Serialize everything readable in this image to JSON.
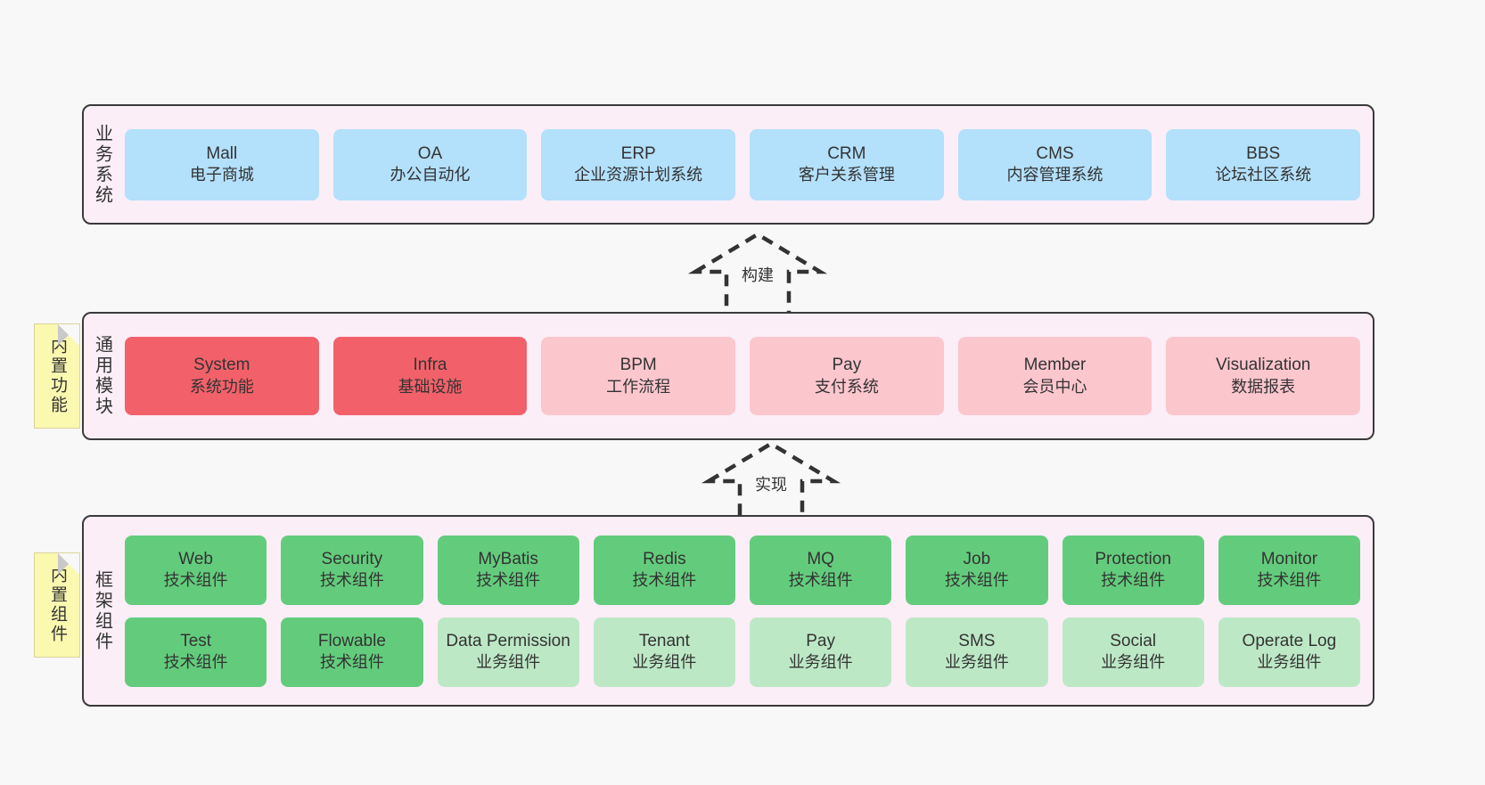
{
  "layers": [
    {
      "key": "business",
      "title": "业务系统",
      "card_color": "#b3e0fb",
      "rows": [
        [
          {
            "en": "Mall",
            "cn": "电子商城",
            "color": "blue"
          },
          {
            "en": "OA",
            "cn": "办公自动化",
            "color": "blue"
          },
          {
            "en": "ERP",
            "cn": "企业资源计划系统",
            "color": "blue"
          },
          {
            "en": "CRM",
            "cn": "客户关系管理",
            "color": "blue"
          },
          {
            "en": "CMS",
            "cn": "内容管理系统",
            "color": "blue"
          },
          {
            "en": "BBS",
            "cn": "论坛社区系统",
            "color": "blue"
          }
        ]
      ]
    },
    {
      "key": "modules",
      "title": "通用模块",
      "note": "内置功能",
      "rows": [
        [
          {
            "en": "System",
            "cn": "系统功能",
            "color": "red"
          },
          {
            "en": "Infra",
            "cn": "基础设施",
            "color": "red"
          },
          {
            "en": "BPM",
            "cn": "工作流程",
            "color": "pink"
          },
          {
            "en": "Pay",
            "cn": "支付系统",
            "color": "pink"
          },
          {
            "en": "Member",
            "cn": "会员中心",
            "color": "pink"
          },
          {
            "en": "Visualization",
            "cn": "数据报表",
            "color": "pink"
          }
        ]
      ]
    },
    {
      "key": "framework",
      "title": "框架组件",
      "note": "内置组件",
      "rows": [
        [
          {
            "en": "Web",
            "cn": "技术组件",
            "color": "green"
          },
          {
            "en": "Security",
            "cn": "技术组件",
            "color": "green"
          },
          {
            "en": "MyBatis",
            "cn": "技术组件",
            "color": "green"
          },
          {
            "en": "Redis",
            "cn": "技术组件",
            "color": "green"
          },
          {
            "en": "MQ",
            "cn": "技术组件",
            "color": "green"
          },
          {
            "en": "Job",
            "cn": "技术组件",
            "color": "green"
          },
          {
            "en": "Protection",
            "cn": "技术组件",
            "color": "green"
          },
          {
            "en": "Monitor",
            "cn": "技术组件",
            "color": "green"
          }
        ],
        [
          {
            "en": "Test",
            "cn": "技术组件",
            "color": "green"
          },
          {
            "en": "Flowable",
            "cn": "技术组件",
            "color": "green"
          },
          {
            "en": "Data Permission",
            "cn": "业务组件",
            "color": "lightgreen"
          },
          {
            "en": "Tenant",
            "cn": "业务组件",
            "color": "lightgreen"
          },
          {
            "en": "Pay",
            "cn": "业务组件",
            "color": "lightgreen"
          },
          {
            "en": "SMS",
            "cn": "业务组件",
            "color": "lightgreen"
          },
          {
            "en": "Social",
            "cn": "业务组件",
            "color": "lightgreen"
          },
          {
            "en": "Operate Log",
            "cn": "业务组件",
            "color": "lightgreen"
          }
        ]
      ]
    }
  ],
  "connectors": [
    {
      "key": "build",
      "label": "构建"
    },
    {
      "key": "implement",
      "label": "实现"
    }
  ],
  "colors": {
    "canvas_background": "#f8f8f8",
    "layer_background": "#fbeef7",
    "layer_border": "#3a3a3a",
    "business_card": "#b3e0fb",
    "module_core_card": "#f2616a",
    "module_card": "#fcc6cd",
    "tech_component_card": "#63cc7c",
    "business_component_card": "#bde8c6",
    "note_background": "#fbf8b0",
    "note_fold": "#c9c9c9"
  }
}
